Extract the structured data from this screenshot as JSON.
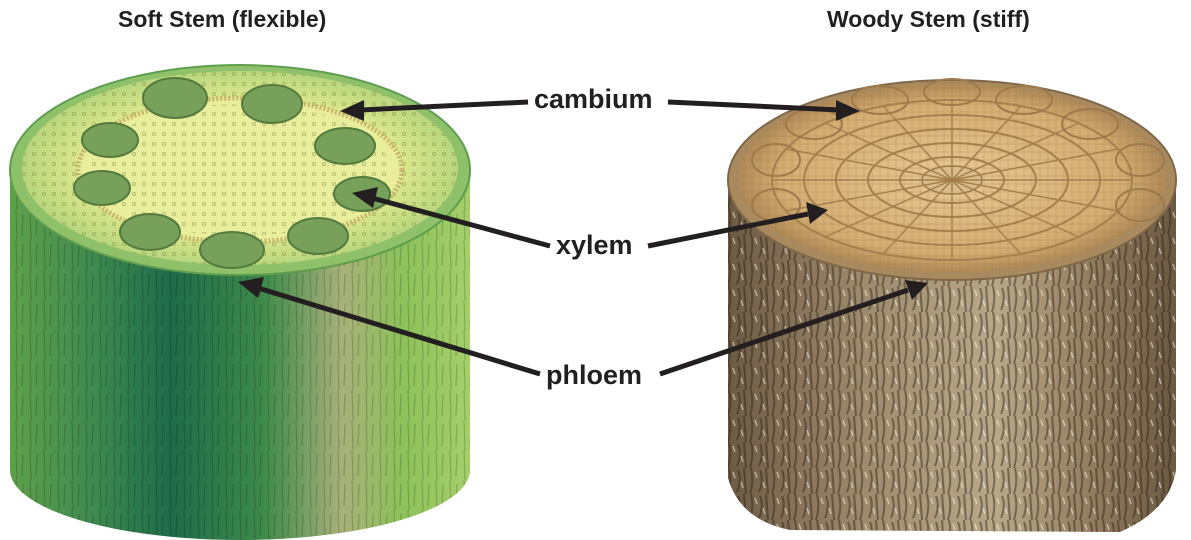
{
  "titles": {
    "soft": "Soft Stem (flexible)",
    "woody": "Woody Stem (stiff)"
  },
  "labels": {
    "cambium": "cambium",
    "xylem": "xylem",
    "phloem": "phloem"
  },
  "colors": {
    "soft_bark_light": "#8cc15a",
    "soft_bark_dark": "#2f7a4a",
    "soft_top": "#cfe39a",
    "soft_core": "#e8ec9a",
    "soft_bundle": "#6f9a57",
    "woody_bark": "#8a7558",
    "woody_top": "#d9b57d",
    "woody_ring": "#b89360",
    "arrow": "#231f20"
  }
}
